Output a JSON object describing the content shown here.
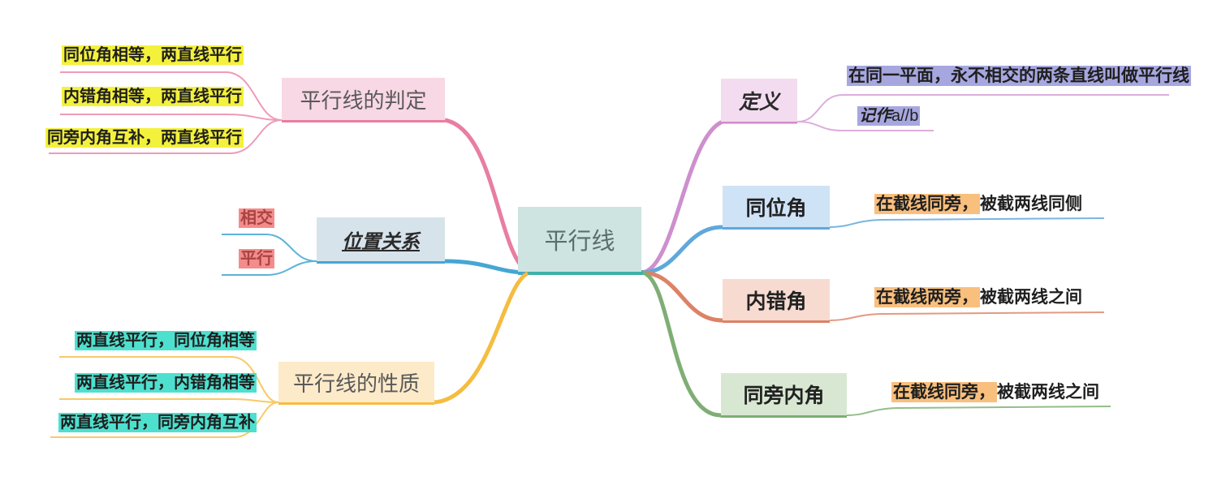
{
  "app": {
    "type": "mind-map",
    "topic": "平行线"
  },
  "center": {
    "label": "平行线"
  },
  "left": {
    "judgment": {
      "label": "平行线的判定",
      "children": [
        "同位角相等，两直线平行",
        "内错角相等，两直线平行",
        "同旁内角互补，两直线平行"
      ]
    },
    "position": {
      "label": "位置关系",
      "children": [
        "相交",
        "平行"
      ]
    },
    "property": {
      "label": "平行线的性质",
      "children": [
        "两直线平行，同位角相等",
        "两直线平行，内错角相等",
        "两直线平行，同旁内角互补"
      ]
    }
  },
  "right": {
    "definition": {
      "label": "定义",
      "children": [
        {
          "text": "在同一平面，永不相交的两条直线叫做平行线"
        },
        {
          "prefix": "记作",
          "formula": "a//b"
        }
      ]
    },
    "corresponding_angles": {
      "label": "同位角",
      "desc_hl": "在截线同旁，",
      "desc": "被截两线同侧"
    },
    "alternate_angles": {
      "label": "内错角",
      "desc_hl": "在截线两旁，",
      "desc": "被截两线之间"
    },
    "co_interior_angles": {
      "label": "同旁内角",
      "desc_hl": "在截线同旁，",
      "desc": "被截两线之间"
    }
  },
  "colors": {
    "center_node_bg": "#cee4e0",
    "center_edge": "#3eb1a7",
    "judgment_node_bg": "#f8d8e4",
    "judgment_edge": "#e87ea0",
    "position_node_bg": "#d7e3eb",
    "position_edge": "#45a6d4",
    "property_node_bg": "#fdeac9",
    "property_edge": "#f6bc3f",
    "definition_node_bg": "#f4dcf0",
    "definition_edge": "#cd8fce",
    "corresponding_node_bg": "#cfe3f6",
    "corresponding_edge": "#5fa8dc",
    "alternate_node_bg": "#f7dbd1",
    "alternate_edge": "#dd8266",
    "co_interior_node_bg": "#d8e7d2",
    "co_interior_edge": "#7fae74",
    "highlight_yellow": "#f4f13c",
    "highlight_cyan": "#4ee0cf",
    "highlight_lavender": "#a7a7e0",
    "highlight_orange": "#f9bf7d",
    "highlight_red": "#f48c8c",
    "red_text": "#a84442"
  }
}
